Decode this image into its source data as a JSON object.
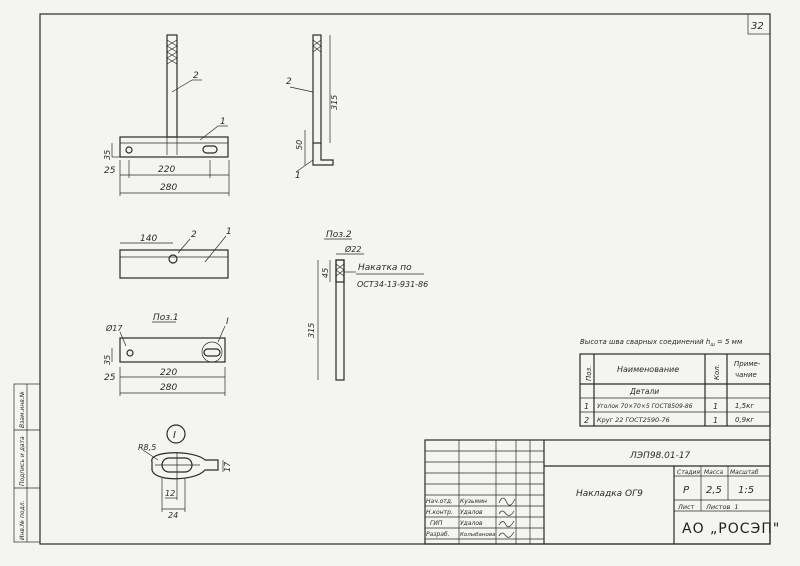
{
  "sheet_number": "32",
  "view_front": {
    "leader_part2": "2",
    "leader_part1": "1",
    "dim_height": "35",
    "dim_edge": "25",
    "dim_holes": "220",
    "dim_length": "280"
  },
  "view_side": {
    "leader_part2": "2",
    "leader_part1": "1",
    "dim_rod": "315",
    "dim_angle": "50"
  },
  "view_top": {
    "dim_offset": "140",
    "leader_part2": "2",
    "leader_part1": "1"
  },
  "pos1": {
    "title": "Поз.1",
    "detail_ref": "I",
    "dim_hole_dia": "Ø17",
    "dim_height": "35",
    "dim_edge": "25",
    "dim_holes": "220",
    "dim_length": "280"
  },
  "pos2": {
    "title": "Поз.2",
    "dim_dia": "Ø22",
    "dim_knurl": "45",
    "knurl_note_1": "Накатка по",
    "knurl_note_2": "ОСТ34-13-931-86",
    "dim_length": "315"
  },
  "detail_I": {
    "label": "I",
    "dim_radius": "R8,5",
    "dim_width": "17",
    "dim_slot": "12",
    "dim_total": "24"
  },
  "weld_note": "Высота шва сварных соединений h",
  "weld_note_sub": "ш",
  "weld_note_value": "= 5 мм",
  "spec": {
    "headers": {
      "pos": "Поз.",
      "name": "Наименование",
      "qty": "Кол.",
      "note_1": "Приме-",
      "note_2": "чание"
    },
    "section": "Детали",
    "rows": [
      {
        "pos": "1",
        "name": "Уголок 70×70×5 ГОСТ8509-86",
        "qty": "1",
        "note": "1,5кг"
      },
      {
        "pos": "2",
        "name": "Круг 22 ГОСТ2590-76",
        "qty": "1",
        "note": "0,9кг"
      }
    ]
  },
  "title_block": {
    "doc_code": "ЛЭП98.01-17",
    "item_name": "Накладка ОГ9",
    "stage_label": "Стадия",
    "mass_label": "Масса",
    "scale_label": "Масштаб",
    "stage": "Р",
    "mass": "2,5",
    "scale": "1:5",
    "sheet_label": "Лист",
    "sheets_label": "Листов",
    "sheets": "1",
    "company": "АО „РОСЭП\"",
    "signers": [
      {
        "role": "Нач.отд.",
        "name": "Кузьмин"
      },
      {
        "role": "Н.контр.",
        "name": "Удалов"
      },
      {
        "role": "ГИП",
        "name": "Удалов"
      },
      {
        "role": "Разраб.",
        "name": "Колыбанова"
      }
    ]
  },
  "side_stamp": {
    "cells": [
      "Инв.№ подл.",
      "Подпись и дата",
      "Взам.инв.№"
    ]
  }
}
